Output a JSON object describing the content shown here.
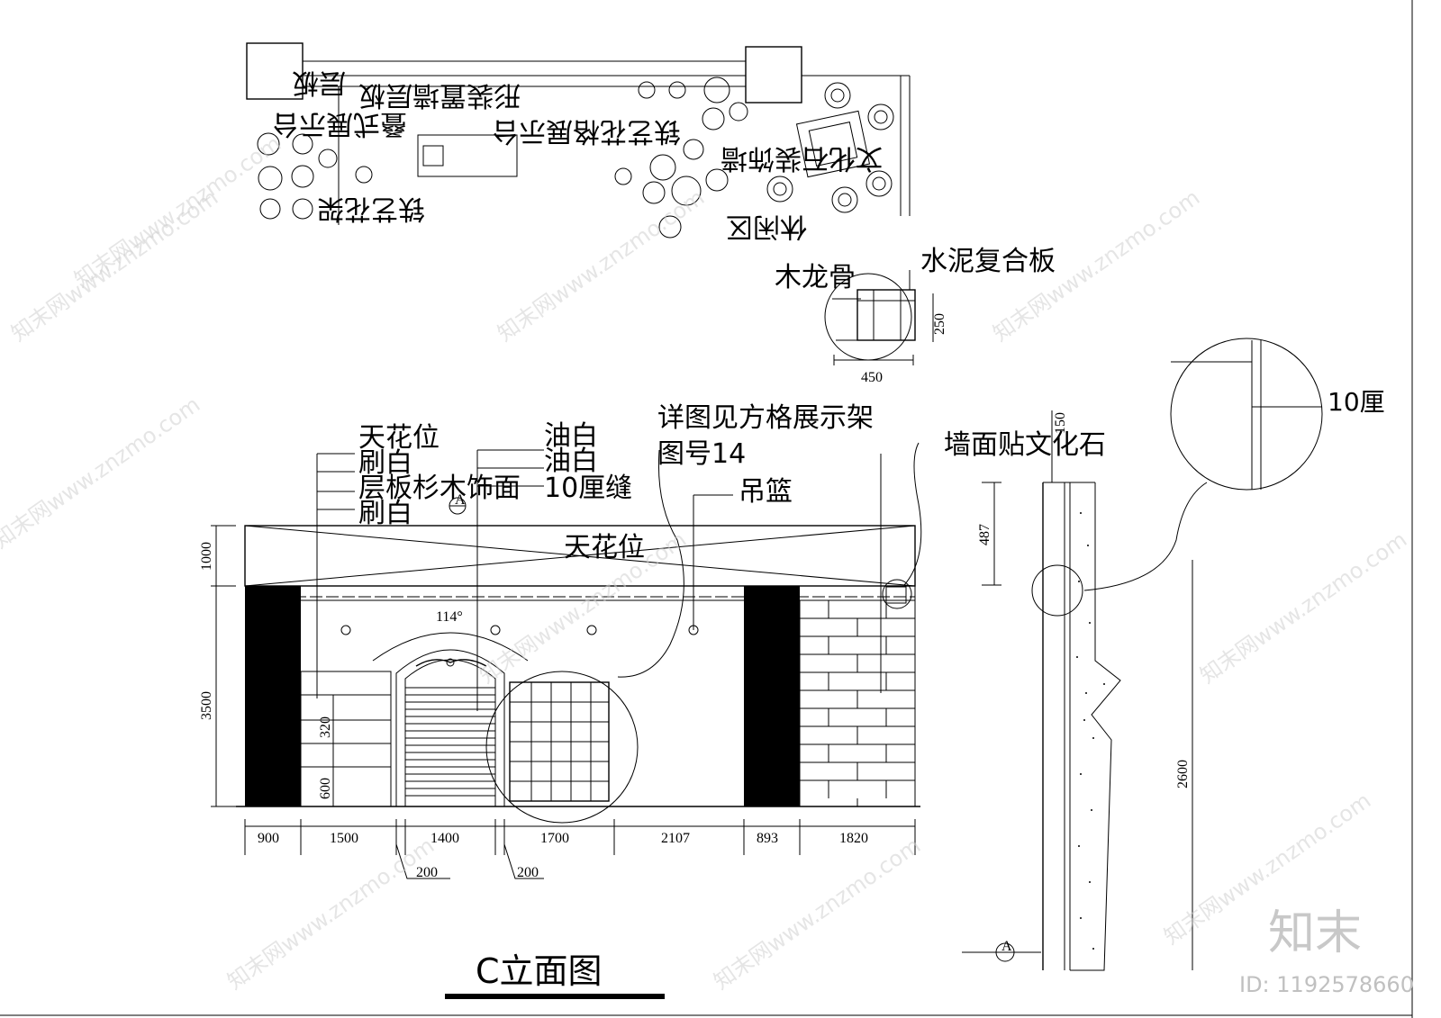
{
  "plan": {
    "labels": {
      "layer_board": "层板",
      "wall_shelf": "形装置墙层板",
      "stack_display": "叠式展示台",
      "iron_flower_display": "铁艺花格展示台",
      "iron_flower_rack": "铁艺花架",
      "culture_stone_wall": "文化石装饰墙",
      "leisure_area": "休闲区"
    }
  },
  "detail_box": {
    "wood_keel": "木龙骨",
    "cement_board": "水泥复合板",
    "dim_height": "250",
    "dim_width": "450"
  },
  "elevation": {
    "title": "C立面图",
    "labels": {
      "ceiling_top": "天花位",
      "brush_white_1": "刷白",
      "shelf_fir": "层板杉木饰面",
      "brush_white_2": "刷白",
      "oil_white_1": "油白",
      "oil_white_2": "油白",
      "gap_10": "10厘缝",
      "detail_ref_1": "详图见方格展示架",
      "detail_ref_2": "图号14",
      "hanging_basket": "吊篮",
      "ceiling_center": "天花位",
      "wall_culture_stone": "墙面贴文化石",
      "angle": "114°",
      "section_mark": "A"
    },
    "dims_horizontal": [
      "900",
      "1500",
      "1400",
      "1700",
      "2107",
      "893",
      "1820"
    ],
    "dims_gaps": [
      "200",
      "200"
    ],
    "dims_vertical": [
      "1000",
      "3500",
      "320",
      "600"
    ]
  },
  "section": {
    "dim_top": "150",
    "dim_487": "487",
    "dim_2600": "2600",
    "gap_label": "10厘",
    "section_mark": "A"
  },
  "watermark": {
    "site": "知末网www.znzmo.com",
    "logo": "知末",
    "id_text": "ID: 1192578660"
  }
}
